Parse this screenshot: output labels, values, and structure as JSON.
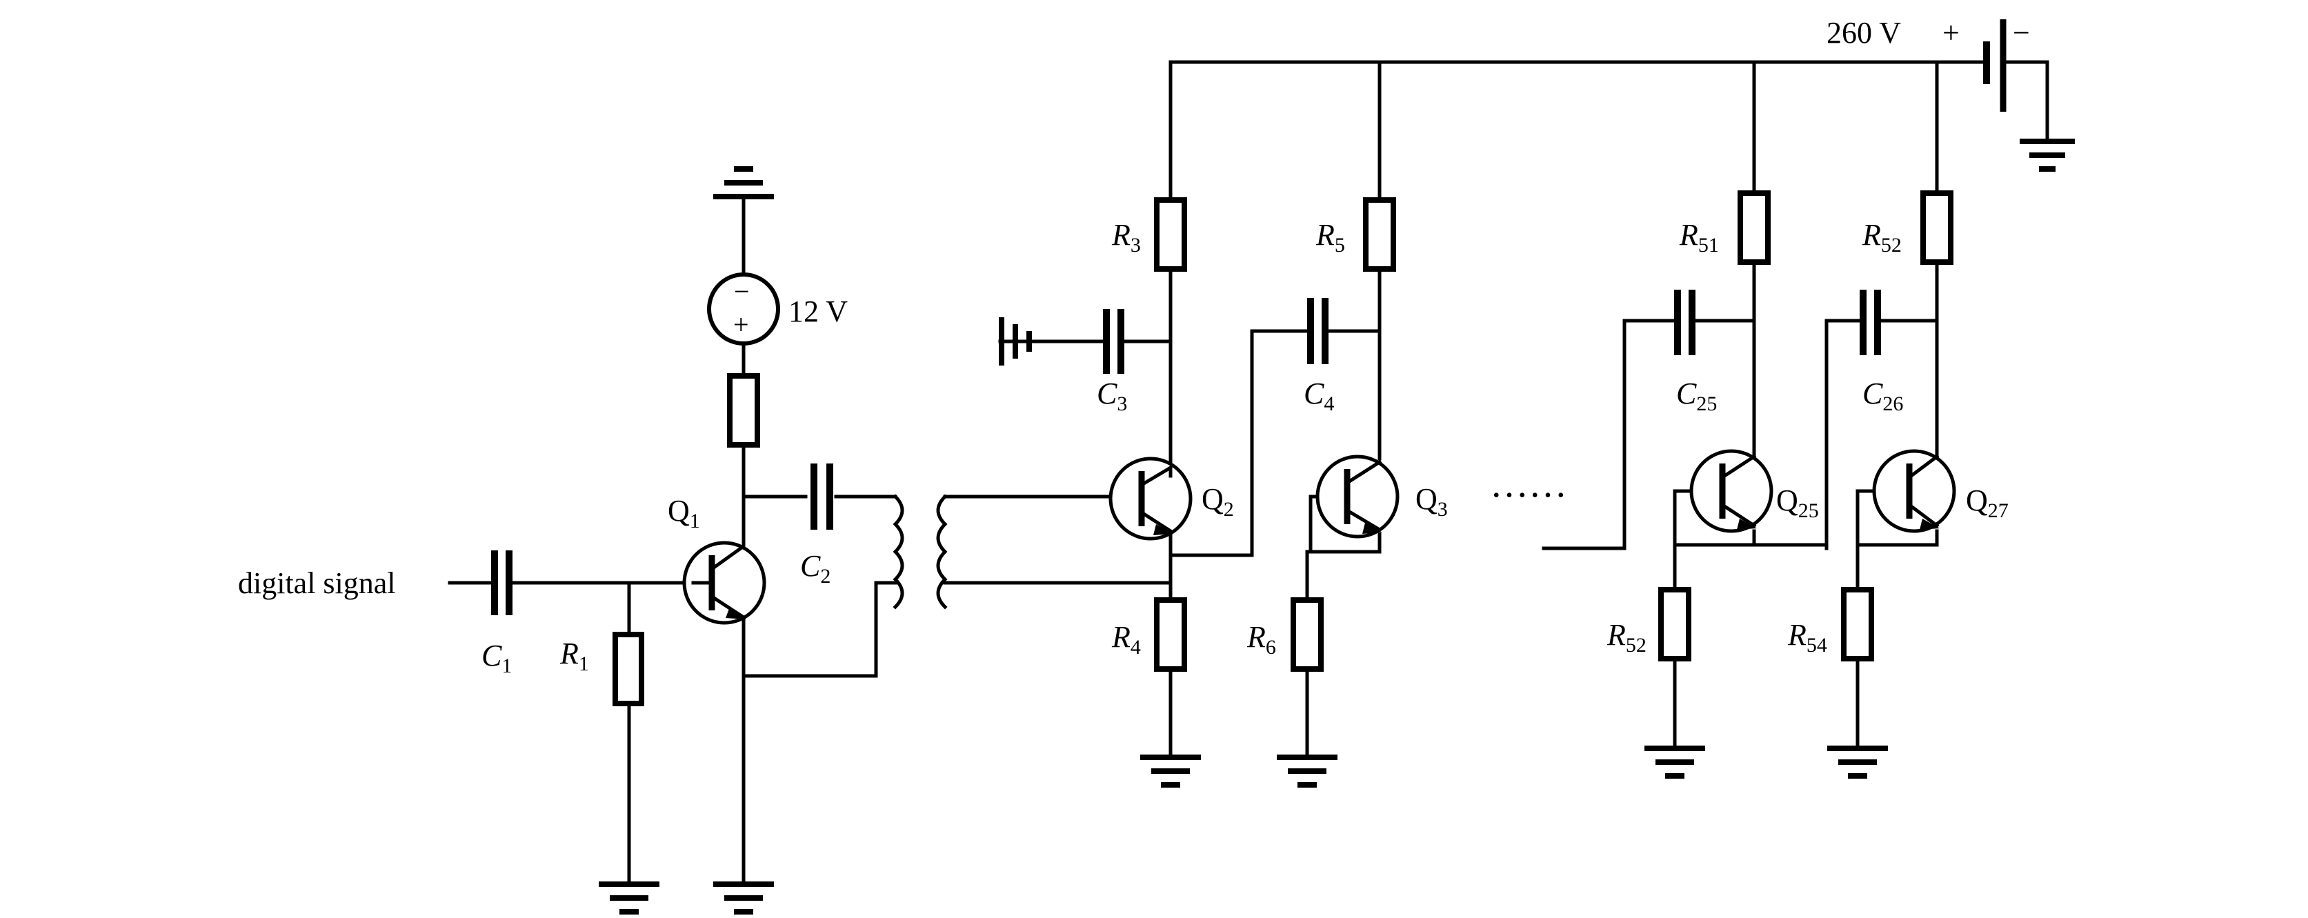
{
  "labels": {
    "input": "digital signal",
    "c1": "C",
    "c1_sub": "1",
    "r1": "R",
    "r1_sub": "1",
    "c2": "C",
    "c2_sub": "2",
    "q1": "Q",
    "q1_sub": "1",
    "v12": "12 V",
    "plus": "+",
    "minus": "−",
    "r3": "R",
    "r3_sub": "3",
    "c3": "C",
    "c3_sub": "3",
    "q2": "Q",
    "q2_sub": "2",
    "r4": "R",
    "r4_sub": "4",
    "r5": "R",
    "r5_sub": "5",
    "c4": "C",
    "c4_sub": "4",
    "q3": "Q",
    "q3_sub": "3",
    "r6": "R",
    "r6_sub": "6",
    "ellipsis": "……",
    "r51": "R",
    "r51_sub": "51",
    "c25": "C",
    "c25_sub": "25",
    "q25": "Q",
    "q25_sub": "25",
    "r52a": "R",
    "r52a_sub": "52",
    "r52b": "R",
    "r52b_sub": "52",
    "c26": "C",
    "c26_sub": "26",
    "q27": "Q",
    "q27_sub": "27",
    "r54": "R",
    "r54_sub": "54",
    "v260": "260 V",
    "bat_plus": "+",
    "bat_minus": "−"
  }
}
